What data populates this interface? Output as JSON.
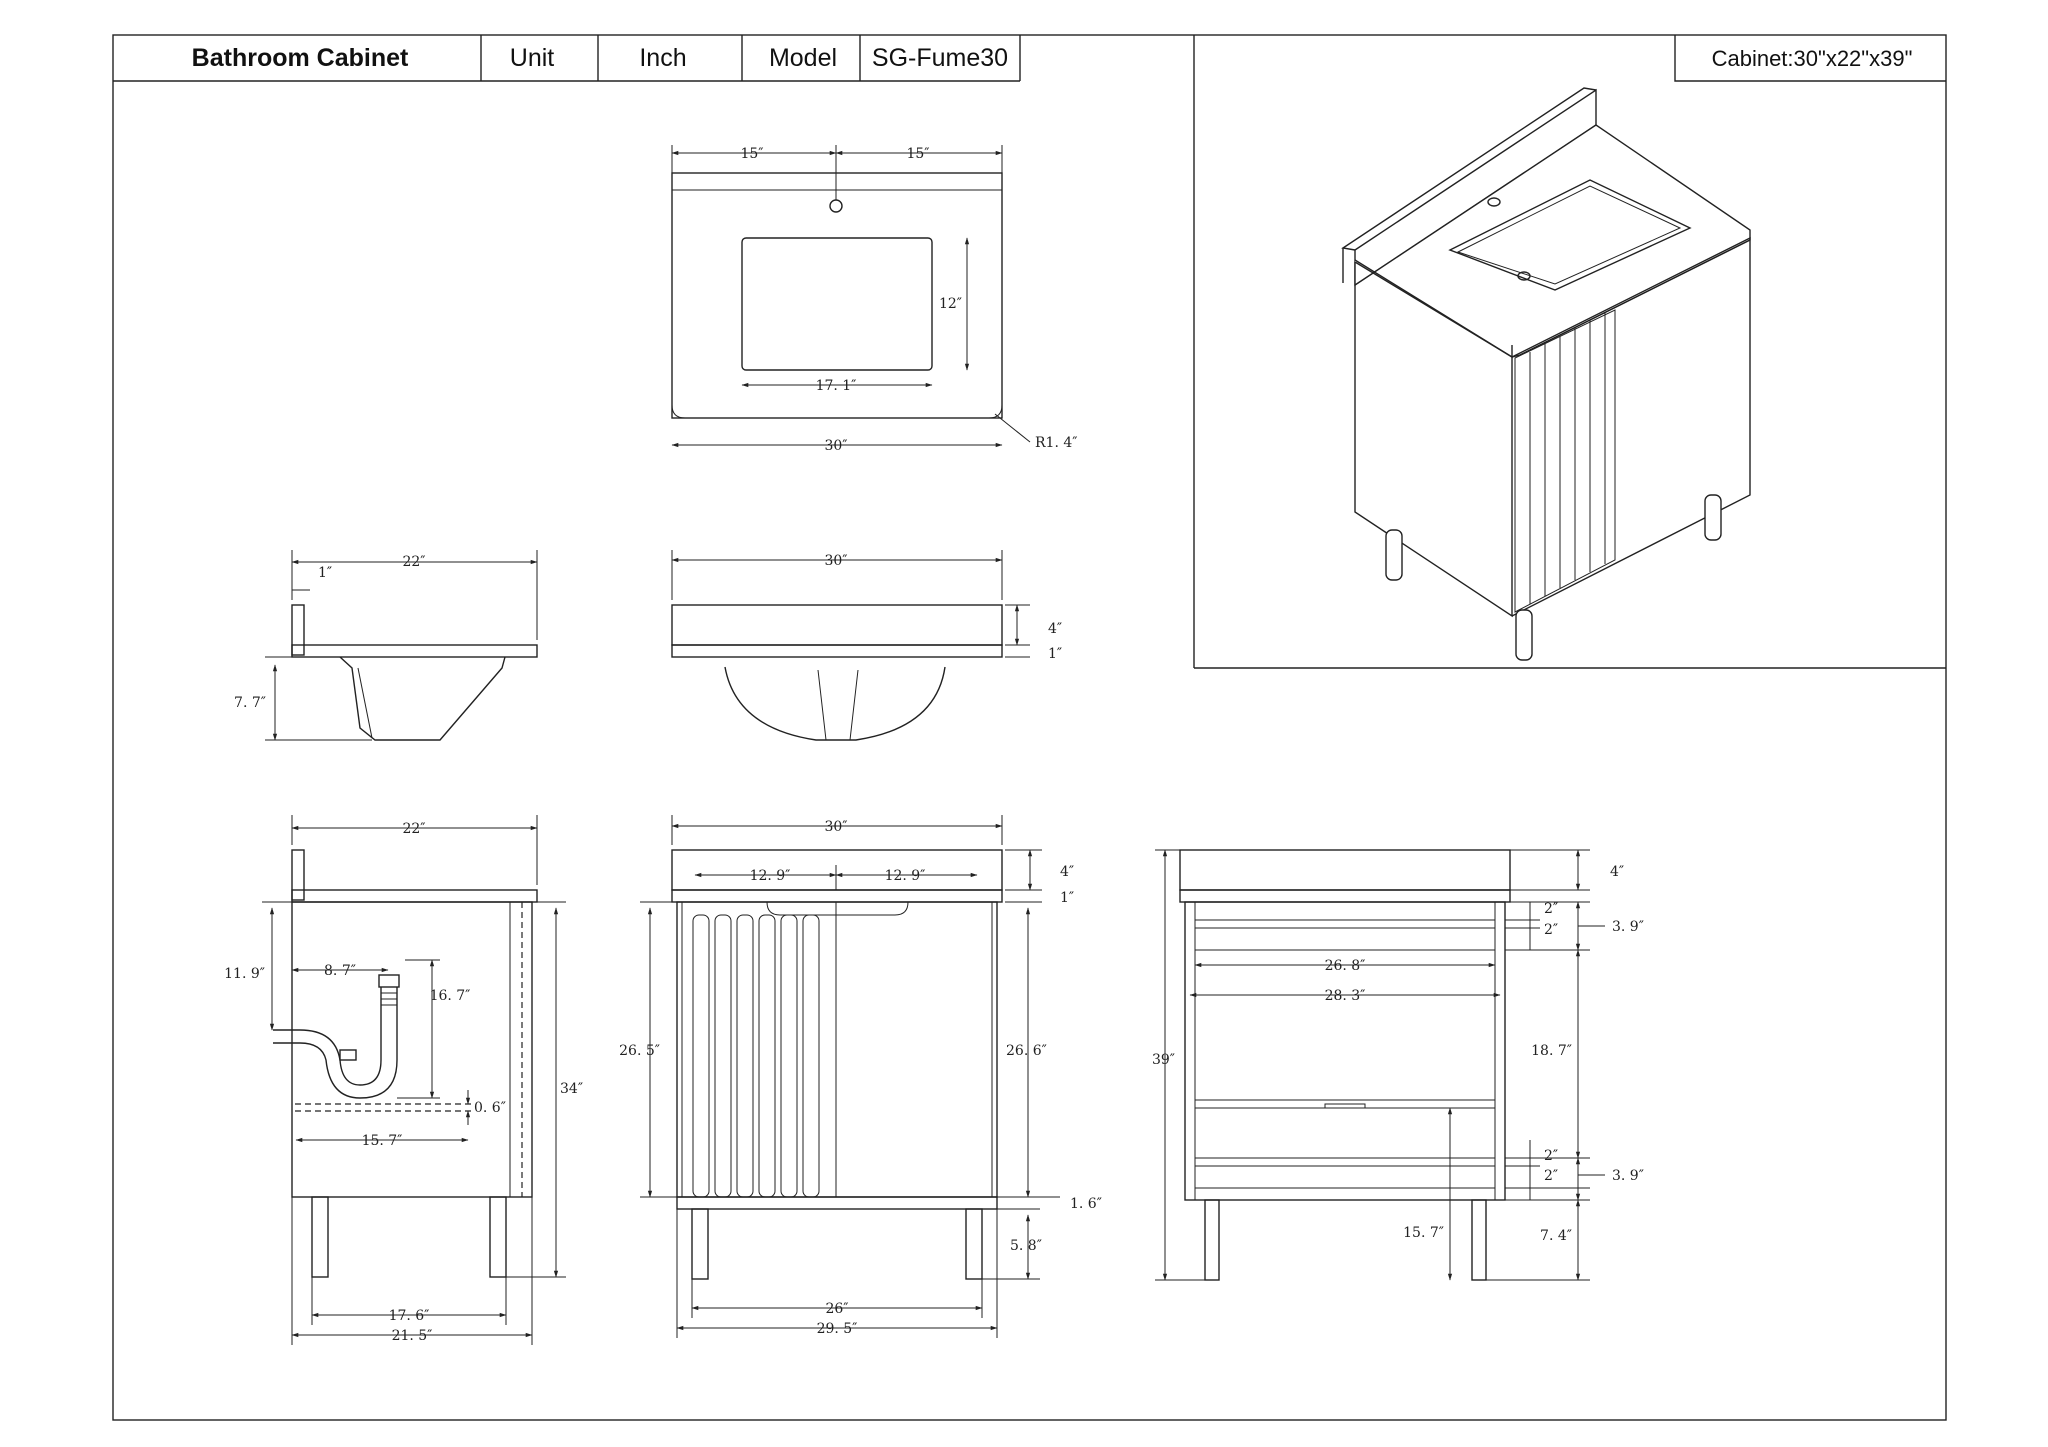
{
  "header": {
    "product": "Bathroom Cabinet",
    "unit_label": "Unit",
    "unit_value": "Inch",
    "model_label": "Model",
    "model_value": "SG-Fume30",
    "size": "Cabinet:30\"x22\"x39\""
  },
  "top_view": {
    "left_half": "15″",
    "right_half": "15″",
    "basin_depth": "12″",
    "basin_width": "17. 1″",
    "total_width": "30″",
    "corner_radius": "R1. 4″"
  },
  "sink_side_view": {
    "depth": "22″",
    "backsplash_thickness": "1″",
    "bowl_height": "7. 7″"
  },
  "sink_front_view": {
    "width": "30″",
    "backsplash_height": "4″",
    "top_thickness": "1″"
  },
  "side_view": {
    "top_depth": "22″",
    "drain_offset": "8. 7″",
    "drain_top": "11. 9″",
    "drain_height": "16. 7″",
    "cabinet_height": "34″",
    "shelf_thickness": "0. 6″",
    "shelf_depth": "15. 7″",
    "leg_span": "17. 6″",
    "base_depth": "21. 5″"
  },
  "front_view": {
    "top_width": "30″",
    "door_left": "12. 9″",
    "door_right": "12. 9″",
    "backsplash": "4″",
    "top_thickness": "1″",
    "door_height_left": "26. 5″",
    "door_height_right": "26. 6″",
    "base_gap": "1. 6″",
    "leg_height": "5. 8″",
    "leg_span": "26″",
    "base_width": "29. 5″"
  },
  "inner_view": {
    "backsplash": "4″",
    "gap_top_1": "2″",
    "gap_top_2": "2″",
    "drawer_top": "3. 9″",
    "shelf_width": "26. 8″",
    "inner_width": "28. 3″",
    "total_height": "39″",
    "middle_height": "18. 7″",
    "gap_bottom_1": "2″",
    "gap_bottom_2": "2″",
    "drawer_bottom": "3. 9″",
    "shelf_height": "15. 7″",
    "leg_height": "7. 4″"
  }
}
